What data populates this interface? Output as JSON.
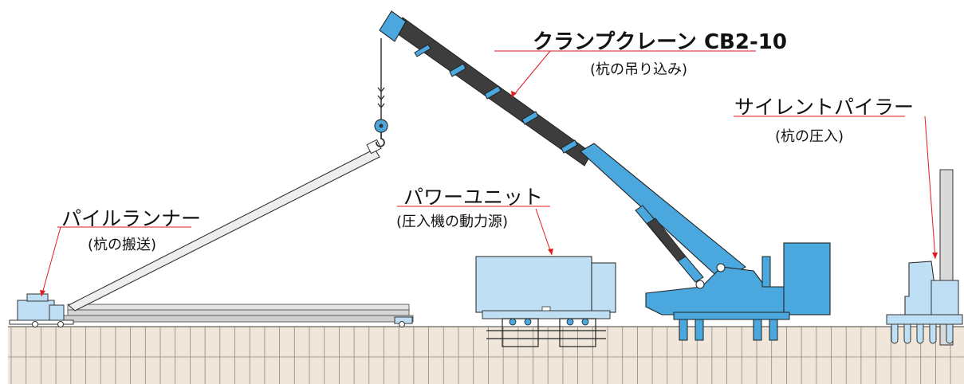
{
  "labels": {
    "crane": {
      "title": "クランプクレーン CB2-10",
      "subtitle": "(杭の吊り込み)"
    },
    "silent_piler": {
      "title": "サイレントパイラー",
      "subtitle": "(杭の圧入)"
    },
    "power_unit": {
      "title": "パワーユニット",
      "subtitle": "(圧入機の動力源)"
    },
    "pile_runner": {
      "title": "パイルランナー",
      "subtitle": "(杭の搬送)"
    }
  },
  "colors": {
    "machine_blue": "#4aa8df",
    "machine_light_blue": "#bfe0f4",
    "boom_dark": "#3d3d3d",
    "ground_fill": "#f0e6da",
    "ground_lines": "#777777",
    "leader_red": "#e21a1a",
    "pile_gray": "#d9d9d9"
  }
}
